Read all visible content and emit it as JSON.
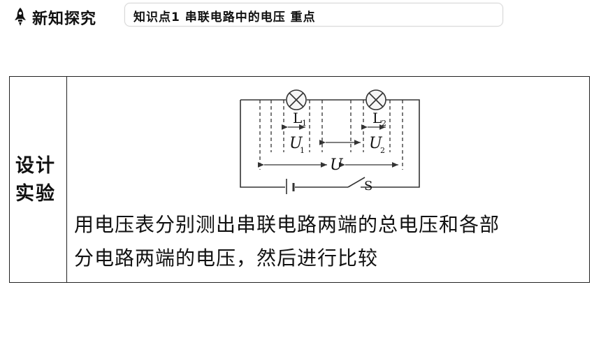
{
  "header": {
    "section_title": "新知探究",
    "topic": "知识点1  串联电路中的电压  重点"
  },
  "table": {
    "row_label": [
      "设计",
      "实验"
    ],
    "description_lines": [
      "用电压表分别测出串联电路两端的总电压和各部",
      "分电路两端的电压，然后进行比较"
    ]
  },
  "circuit": {
    "lamp1_label": "L",
    "lamp1_sub": "1",
    "lamp2_label": "L",
    "lamp2_sub": "2",
    "u1_label": "U",
    "u1_sub": "1",
    "u2_label": "U",
    "u2_sub": "2",
    "u_label": "U",
    "switch_label": "S"
  }
}
